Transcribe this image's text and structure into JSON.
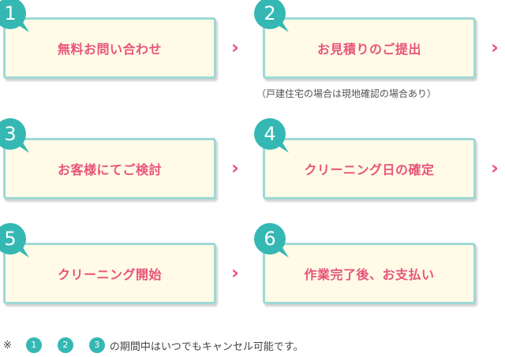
{
  "steps": [
    {
      "num": "1",
      "label": "無料お問い合わせ"
    },
    {
      "num": "2",
      "label": "お見積りのご提出",
      "note": "（戸建住宅の場合は現地確認の場合あり）"
    },
    {
      "num": "3",
      "label": "お客様にてご検討"
    },
    {
      "num": "4",
      "label": "クリーニング日の確定"
    },
    {
      "num": "5",
      "label": "クリーニング開始"
    },
    {
      "num": "6",
      "label": "作業完了後、お支払い"
    }
  ],
  "arrow_glyph": "›",
  "footer": {
    "prefix": "※",
    "refs": [
      "1",
      "2",
      "3"
    ],
    "text": "の期間中はいつでもキャンセル可能です。"
  },
  "colors": {
    "badge": "#35b8b3",
    "box_border": "#9ed9d6",
    "box_fill": "#fffbe6",
    "label": "#e8547a"
  }
}
